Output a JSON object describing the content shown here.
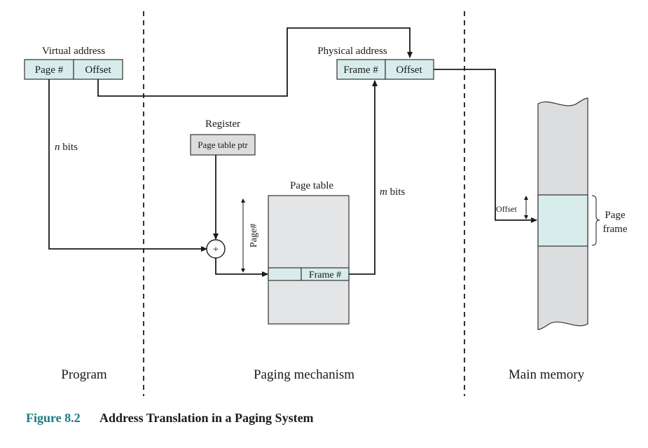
{
  "colors": {
    "register_fill": "#dcddde",
    "table_fill": "#e4e5e6",
    "highlight_fill": "#d8ecec",
    "caption_accent": "#1f7b84"
  },
  "program_section": {
    "label": "Program",
    "virtual_address_title": "Virtual address",
    "page_field": "Page #",
    "offset_field": "Offset",
    "n_bits_letter": "n",
    "n_bits_unit": " bits"
  },
  "paging_section": {
    "label": "Paging mechanism",
    "register_title": "Register",
    "register_value": "Page table ptr",
    "adder_symbol": "+",
    "page_index_label": "Page#",
    "page_table_title": "Page table",
    "frame_entry": "Frame #",
    "m_bits_letter": "m",
    "m_bits_unit": " bits",
    "physical_address_title": "Physical address",
    "frame_field": "Frame #",
    "phys_offset_field": "Offset"
  },
  "memory_section": {
    "label": "Main memory",
    "offset_label": "Offset",
    "page_frame_line1": "Page",
    "page_frame_line2": "frame"
  },
  "caption": {
    "number": "Figure 8.2",
    "title": "Address Translation in a Paging System"
  }
}
